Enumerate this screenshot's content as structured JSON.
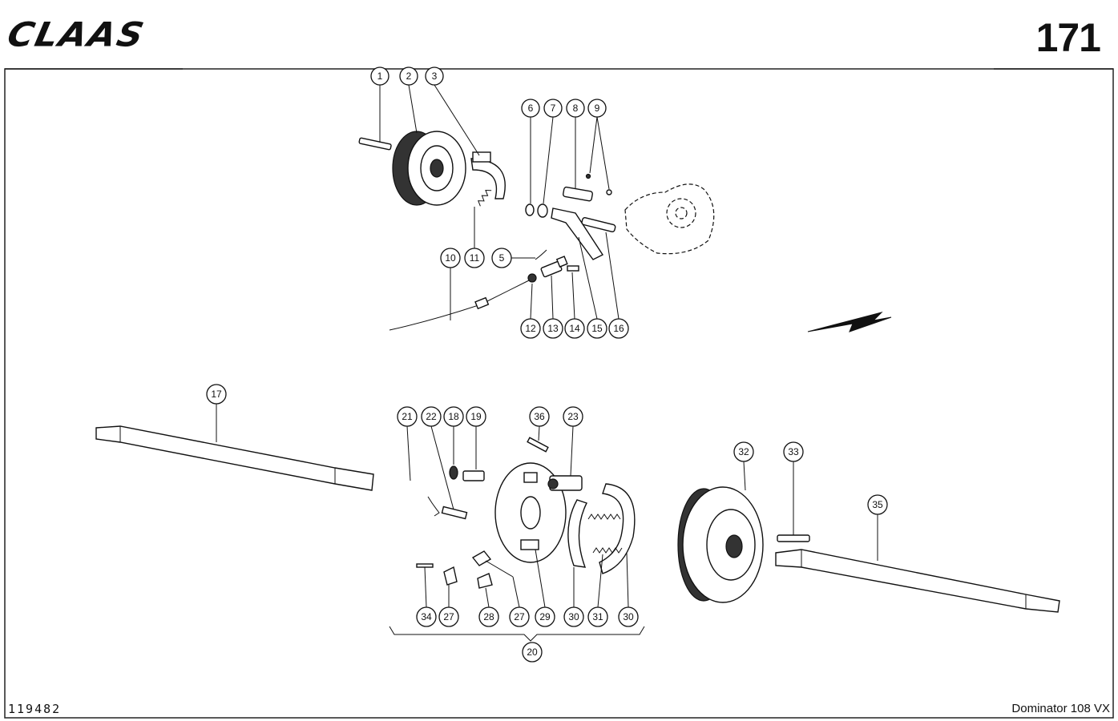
{
  "header": {
    "brand": "CLAAS",
    "page_number": "171"
  },
  "footer": {
    "drawing_number": "119482",
    "model": "Dominator 108 VX"
  },
  "callouts": [
    {
      "id": "c1",
      "label": "1"
    },
    {
      "id": "c2",
      "label": "2"
    },
    {
      "id": "c3",
      "label": "3"
    },
    {
      "id": "c6",
      "label": "6"
    },
    {
      "id": "c7",
      "label": "7"
    },
    {
      "id": "c8",
      "label": "8"
    },
    {
      "id": "c9",
      "label": "9"
    },
    {
      "id": "c10",
      "label": "10"
    },
    {
      "id": "c11",
      "label": "11"
    },
    {
      "id": "c5",
      "label": "5"
    },
    {
      "id": "c12",
      "label": "12"
    },
    {
      "id": "c13",
      "label": "13"
    },
    {
      "id": "c14",
      "label": "14"
    },
    {
      "id": "c15",
      "label": "15"
    },
    {
      "id": "c16",
      "label": "16"
    },
    {
      "id": "c17",
      "label": "17"
    },
    {
      "id": "c21",
      "label": "21"
    },
    {
      "id": "c22",
      "label": "22"
    },
    {
      "id": "c18",
      "label": "18"
    },
    {
      "id": "c19",
      "label": "19"
    },
    {
      "id": "c36",
      "label": "36"
    },
    {
      "id": "c23",
      "label": "23"
    },
    {
      "id": "c32",
      "label": "32"
    },
    {
      "id": "c33",
      "label": "33"
    },
    {
      "id": "c35",
      "label": "35"
    },
    {
      "id": "c34",
      "label": "34"
    },
    {
      "id": "c27a",
      "label": "27"
    },
    {
      "id": "c28",
      "label": "28"
    },
    {
      "id": "c27b",
      "label": "27"
    },
    {
      "id": "c29",
      "label": "29"
    },
    {
      "id": "c30a",
      "label": "30"
    },
    {
      "id": "c31",
      "label": "31"
    },
    {
      "id": "c30b",
      "label": "30"
    },
    {
      "id": "c20",
      "label": "20"
    }
  ]
}
